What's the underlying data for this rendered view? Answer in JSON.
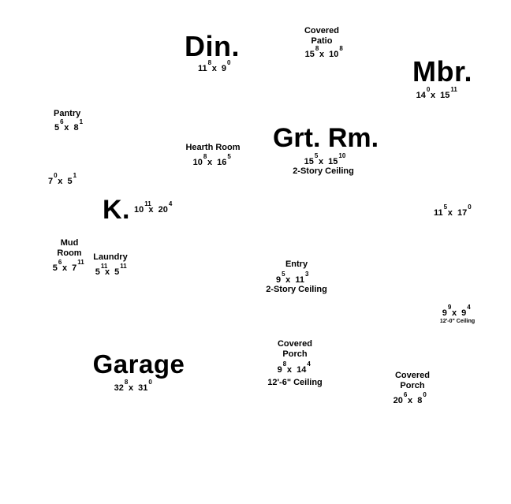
{
  "plan": {
    "colors": {
      "text": "#000000",
      "background": "#ffffff"
    },
    "rooms": {
      "din": {
        "name": "Din.",
        "w": "11",
        "w_in": "8",
        "d": "9",
        "d_in": "0"
      },
      "patio": {
        "name1": "Covered",
        "name2": "Patio",
        "w": "15",
        "w_in": "8",
        "d": "10",
        "d_in": "8"
      },
      "mbr": {
        "name": "Mbr.",
        "w": "14",
        "w_in": "0",
        "d": "15",
        "d_in": "11"
      },
      "pantry": {
        "name": "Pantry",
        "w": "5",
        "w_in": "6",
        "d": "8",
        "d_in": "1"
      },
      "hearth": {
        "name": "Hearth Room",
        "w": "10",
        "w_in": "8",
        "d": "16",
        "d_in": "5"
      },
      "grt": {
        "name": "Grt. Rm.",
        "w": "15",
        "w_in": "5",
        "d": "15",
        "d_in": "10",
        "note": "2-Story Ceiling"
      },
      "closet": {
        "w": "7",
        "w_in": "0",
        "d": "5",
        "d_in": "1"
      },
      "kitchen": {
        "name": "K.",
        "w": "10",
        "w_in": "11",
        "d": "20",
        "d_in": "4"
      },
      "bedroom_right": {
        "w": "11",
        "w_in": "5",
        "d": "17",
        "d_in": "0"
      },
      "mud": {
        "name1": "Mud",
        "name2": "Room",
        "w": "5",
        "w_in": "6",
        "d": "7",
        "d_in": "11"
      },
      "laundry": {
        "name": "Laundry",
        "w": "5",
        "w_in": "11",
        "d": "5",
        "d_in": "11"
      },
      "entry": {
        "name": "Entry",
        "w": "9",
        "w_in": "5",
        "d": "11",
        "d_in": "3",
        "note": "2-Story Ceiling"
      },
      "study": {
        "w": "9",
        "w_in": "9",
        "d": "9",
        "d_in": "4",
        "note": "12'-0\" Ceiling"
      },
      "garage": {
        "name": "Garage",
        "w": "32",
        "w_in": "8",
        "d": "31",
        "d_in": "0"
      },
      "porch_center": {
        "name1": "Covered",
        "name2": "Porch",
        "w": "9",
        "w_in": "8",
        "d": "14",
        "d_in": "4",
        "note": "12'-6\" Ceiling"
      },
      "porch_right": {
        "name1": "Covered",
        "name2": "Porch",
        "w": "20",
        "w_in": "6",
        "d": "8",
        "d_in": "0"
      }
    }
  }
}
